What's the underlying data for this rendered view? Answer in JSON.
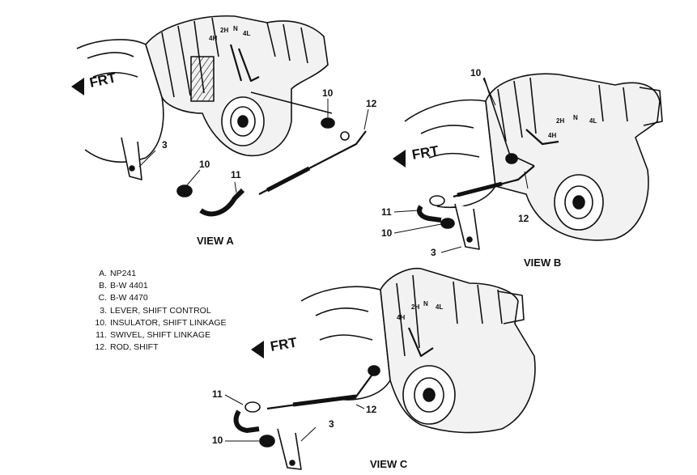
{
  "views": {
    "a": {
      "caption": "VIEW A",
      "frt": "FRT",
      "gears": [
        "4H",
        "2H",
        "N",
        "4L"
      ],
      "callouts": [
        "10",
        "12",
        "3",
        "10",
        "11"
      ]
    },
    "b": {
      "caption": "VIEW B",
      "frt": "FRT",
      "gears": [
        "2H",
        "4H",
        "N",
        "4L"
      ],
      "callouts": [
        "10",
        "11",
        "10",
        "12",
        "3"
      ]
    },
    "c": {
      "caption": "VIEW C",
      "frt": "FRT",
      "gears": [
        "4H",
        "2H",
        "N",
        "4L"
      ],
      "callouts": [
        "11",
        "12",
        "3",
        "10"
      ]
    }
  },
  "legend": [
    {
      "key": "A.",
      "text": "NP241"
    },
    {
      "key": "B.",
      "text": "B-W 4401"
    },
    {
      "key": "C.",
      "text": "B-W 4470"
    },
    {
      "key": "3.",
      "text": "LEVER, SHIFT CONTROL"
    },
    {
      "key": "10.",
      "text": "INSULATOR, SHIFT LINKAGE"
    },
    {
      "key": "11.",
      "text": "SWIVEL, SHIFT LINKAGE"
    },
    {
      "key": "12.",
      "text": "ROD, SHIFT"
    }
  ]
}
